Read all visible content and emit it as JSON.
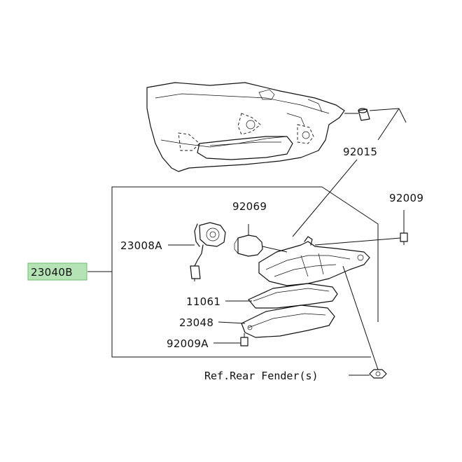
{
  "labels": {
    "p92015": "92015",
    "p92009": "92009",
    "p92069": "92069",
    "p23008A": "23008A",
    "p23040B": "23040B",
    "p11061": "11061",
    "p23048": "23048",
    "p92009A": "92009A",
    "ref_rear_fender": "Ref.Rear Fender(s)"
  },
  "colors": {
    "highlight_box": "#b5e3b5",
    "highlight_border": "#6abf6a",
    "line": "#111111"
  }
}
